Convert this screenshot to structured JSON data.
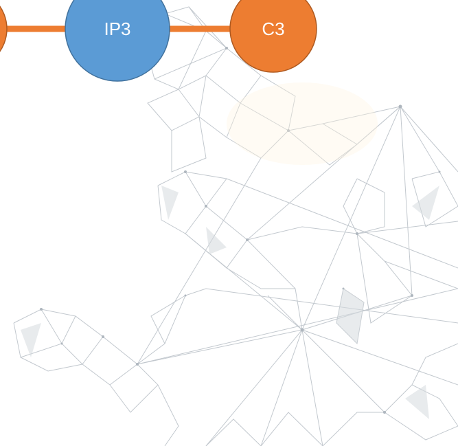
{
  "colors": {
    "blue_node": "#5b9bd5",
    "blue_stroke": "#41719c",
    "orange_node": "#ed7d31",
    "orange_stroke": "#ae5a21",
    "edge": "#ed7d31",
    "mesh": "#b8bfc6"
  },
  "nodes": [
    {
      "id": "left-partial",
      "label": "",
      "color": "orange"
    },
    {
      "id": "ip3",
      "label": "IP3",
      "color": "blue"
    },
    {
      "id": "c3",
      "label": "C3",
      "color": "orange"
    }
  ],
  "edges": [
    {
      "from": "left-partial",
      "to": "ip3"
    },
    {
      "from": "ip3",
      "to": "c3"
    }
  ]
}
